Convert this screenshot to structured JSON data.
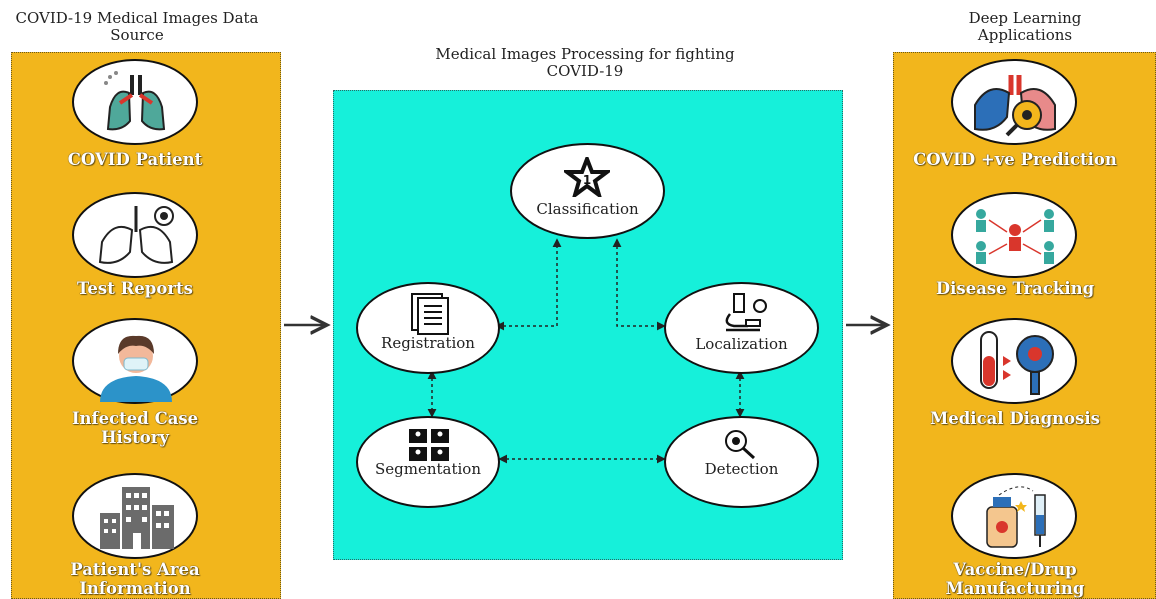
{
  "left": {
    "title": "COVID-19 Medical Images Data Source",
    "items": [
      {
        "label": "COVID Patient",
        "icon": "lungs-patient-icon"
      },
      {
        "label": "Test Reports",
        "icon": "lungs-virus-icon"
      },
      {
        "label": "Infected Case History",
        "icon": "masked-person-icon"
      },
      {
        "label": "Patient's Area Information",
        "icon": "buildings-icon"
      }
    ]
  },
  "center": {
    "title": "Medical Images Processing for fighting COVID-19",
    "nodes": {
      "classification": "Classification",
      "registration": "Registration",
      "localization": "Localization",
      "segmentation": "Segmentation",
      "detection": "Detection"
    }
  },
  "right": {
    "title": "Deep Learning Applications",
    "items": [
      {
        "label": "COVID +ve Prediction",
        "icon": "lungs-magnifier-icon"
      },
      {
        "label": "Disease Tracking",
        "icon": "people-network-icon"
      },
      {
        "label": "Medical Diagnosis",
        "icon": "blood-test-icon"
      },
      {
        "label": "Vaccine/Drup Manufacturing",
        "icon": "vaccine-syringe-icon"
      }
    ]
  },
  "colors": {
    "side_panel": "#f2b61c",
    "center_panel": "#16f0da"
  }
}
